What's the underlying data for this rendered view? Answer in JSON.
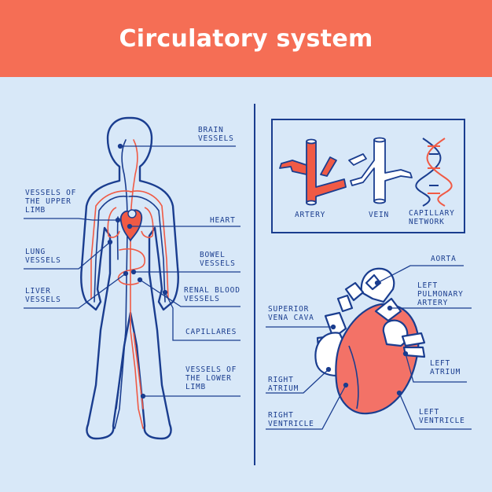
{
  "title": "Circulatory system",
  "colors": {
    "header": "#f56e55",
    "background": "#d8e8f8",
    "outline": "#1a3d8f",
    "blood": "#f05a45",
    "heart_fill": "#f37267",
    "white": "#ffffff"
  },
  "body_labels": {
    "brain_vessels": "BRAIN\nVESSELS",
    "upper_limb": "VESSELS OF\nTHE UPPER\nLIMB",
    "heart": "HEART",
    "lung_vessels": "LUNG\nVESSELS",
    "bowel_vessels": "BOWEL\nVESSELS",
    "liver_vessels": "LIVER\nVESSELS",
    "renal_vessels": "RENAL BLOOD\nVESSELS",
    "capillaries": "CAPILLARES",
    "lower_limb": "VESSELS OF\nTHE LOWER\nLIMB"
  },
  "vessel_labels": {
    "artery": "ARTERY",
    "vein": "VEIN",
    "capillary": "CAPILLARY\nNETWORK"
  },
  "heart_labels": {
    "aorta": "AORTA",
    "left_pulmonary_artery": "LEFT\nPULMONARY\nARTERY",
    "superior_vena_cava": "SUPERIOR\nVENA CAVA",
    "left_atrium": "LEFT\nATRIUM",
    "right_atrium": "RIGHT\nATRIUM",
    "right_ventricle": "RIGHT\nVENTRICLE",
    "left_ventricle": "LEFT\nVENTRICLE"
  },
  "icons": [
    "human-body-icon",
    "artery-icon",
    "vein-icon",
    "dna-icon",
    "heart-anatomy-icon"
  ]
}
